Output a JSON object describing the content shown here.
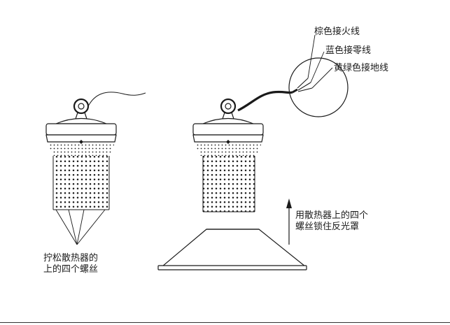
{
  "labels": {
    "brown_wire": "棕色接火线",
    "blue_wire": "蓝色接零线",
    "ground_wire": "黄绿色接地线",
    "loosen_line1": "拧松散热器的",
    "loosen_line2": "上的四个螺丝",
    "lock_line1": "用散热器上的四个",
    "lock_line2": "螺丝锁住反光罩"
  },
  "colors": {
    "line": "#1a1a1a",
    "background": "#ffffff"
  },
  "icons": [
    "lamp-body",
    "hanging-ring",
    "heatsink",
    "reflector",
    "cable",
    "arrow-up"
  ]
}
